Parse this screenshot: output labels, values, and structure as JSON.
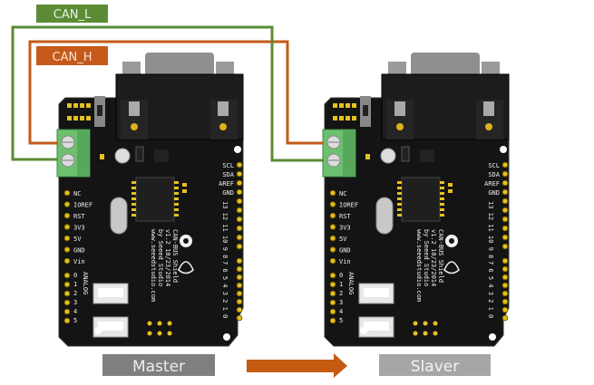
{
  "wires": {
    "can_l": {
      "label": "CAN_L",
      "color": "#5b8c35"
    },
    "can_h": {
      "label": "CAN_H",
      "color": "#c55a1a"
    }
  },
  "nodes": {
    "master": {
      "label": "Master",
      "color": "#7f7f7f"
    },
    "slaver": {
      "label": "Slaver",
      "color": "#a6a6a6"
    }
  },
  "arrow": {
    "color": "#c55a11",
    "direction": "right"
  },
  "board": {
    "title": "CAN-BUS Shield",
    "version": "v1.2 10/23/2014",
    "maker": "by Seeed Studio",
    "url": "www.seeedstudio.com",
    "power_pins": [
      "NC",
      "IOREF",
      "RST",
      "3V3",
      "5V",
      "GND",
      "Vin"
    ],
    "analog_label": "ANALOG",
    "analog_pins": [
      "0",
      "1",
      "2",
      "3",
      "4",
      "5"
    ],
    "right_top_pins": [
      "SCL",
      "SDA",
      "AREF",
      "GND"
    ],
    "digital_high": "13 12 11 10 9 8",
    "digital_low": "7 6 5 4 3 2 1 0"
  }
}
